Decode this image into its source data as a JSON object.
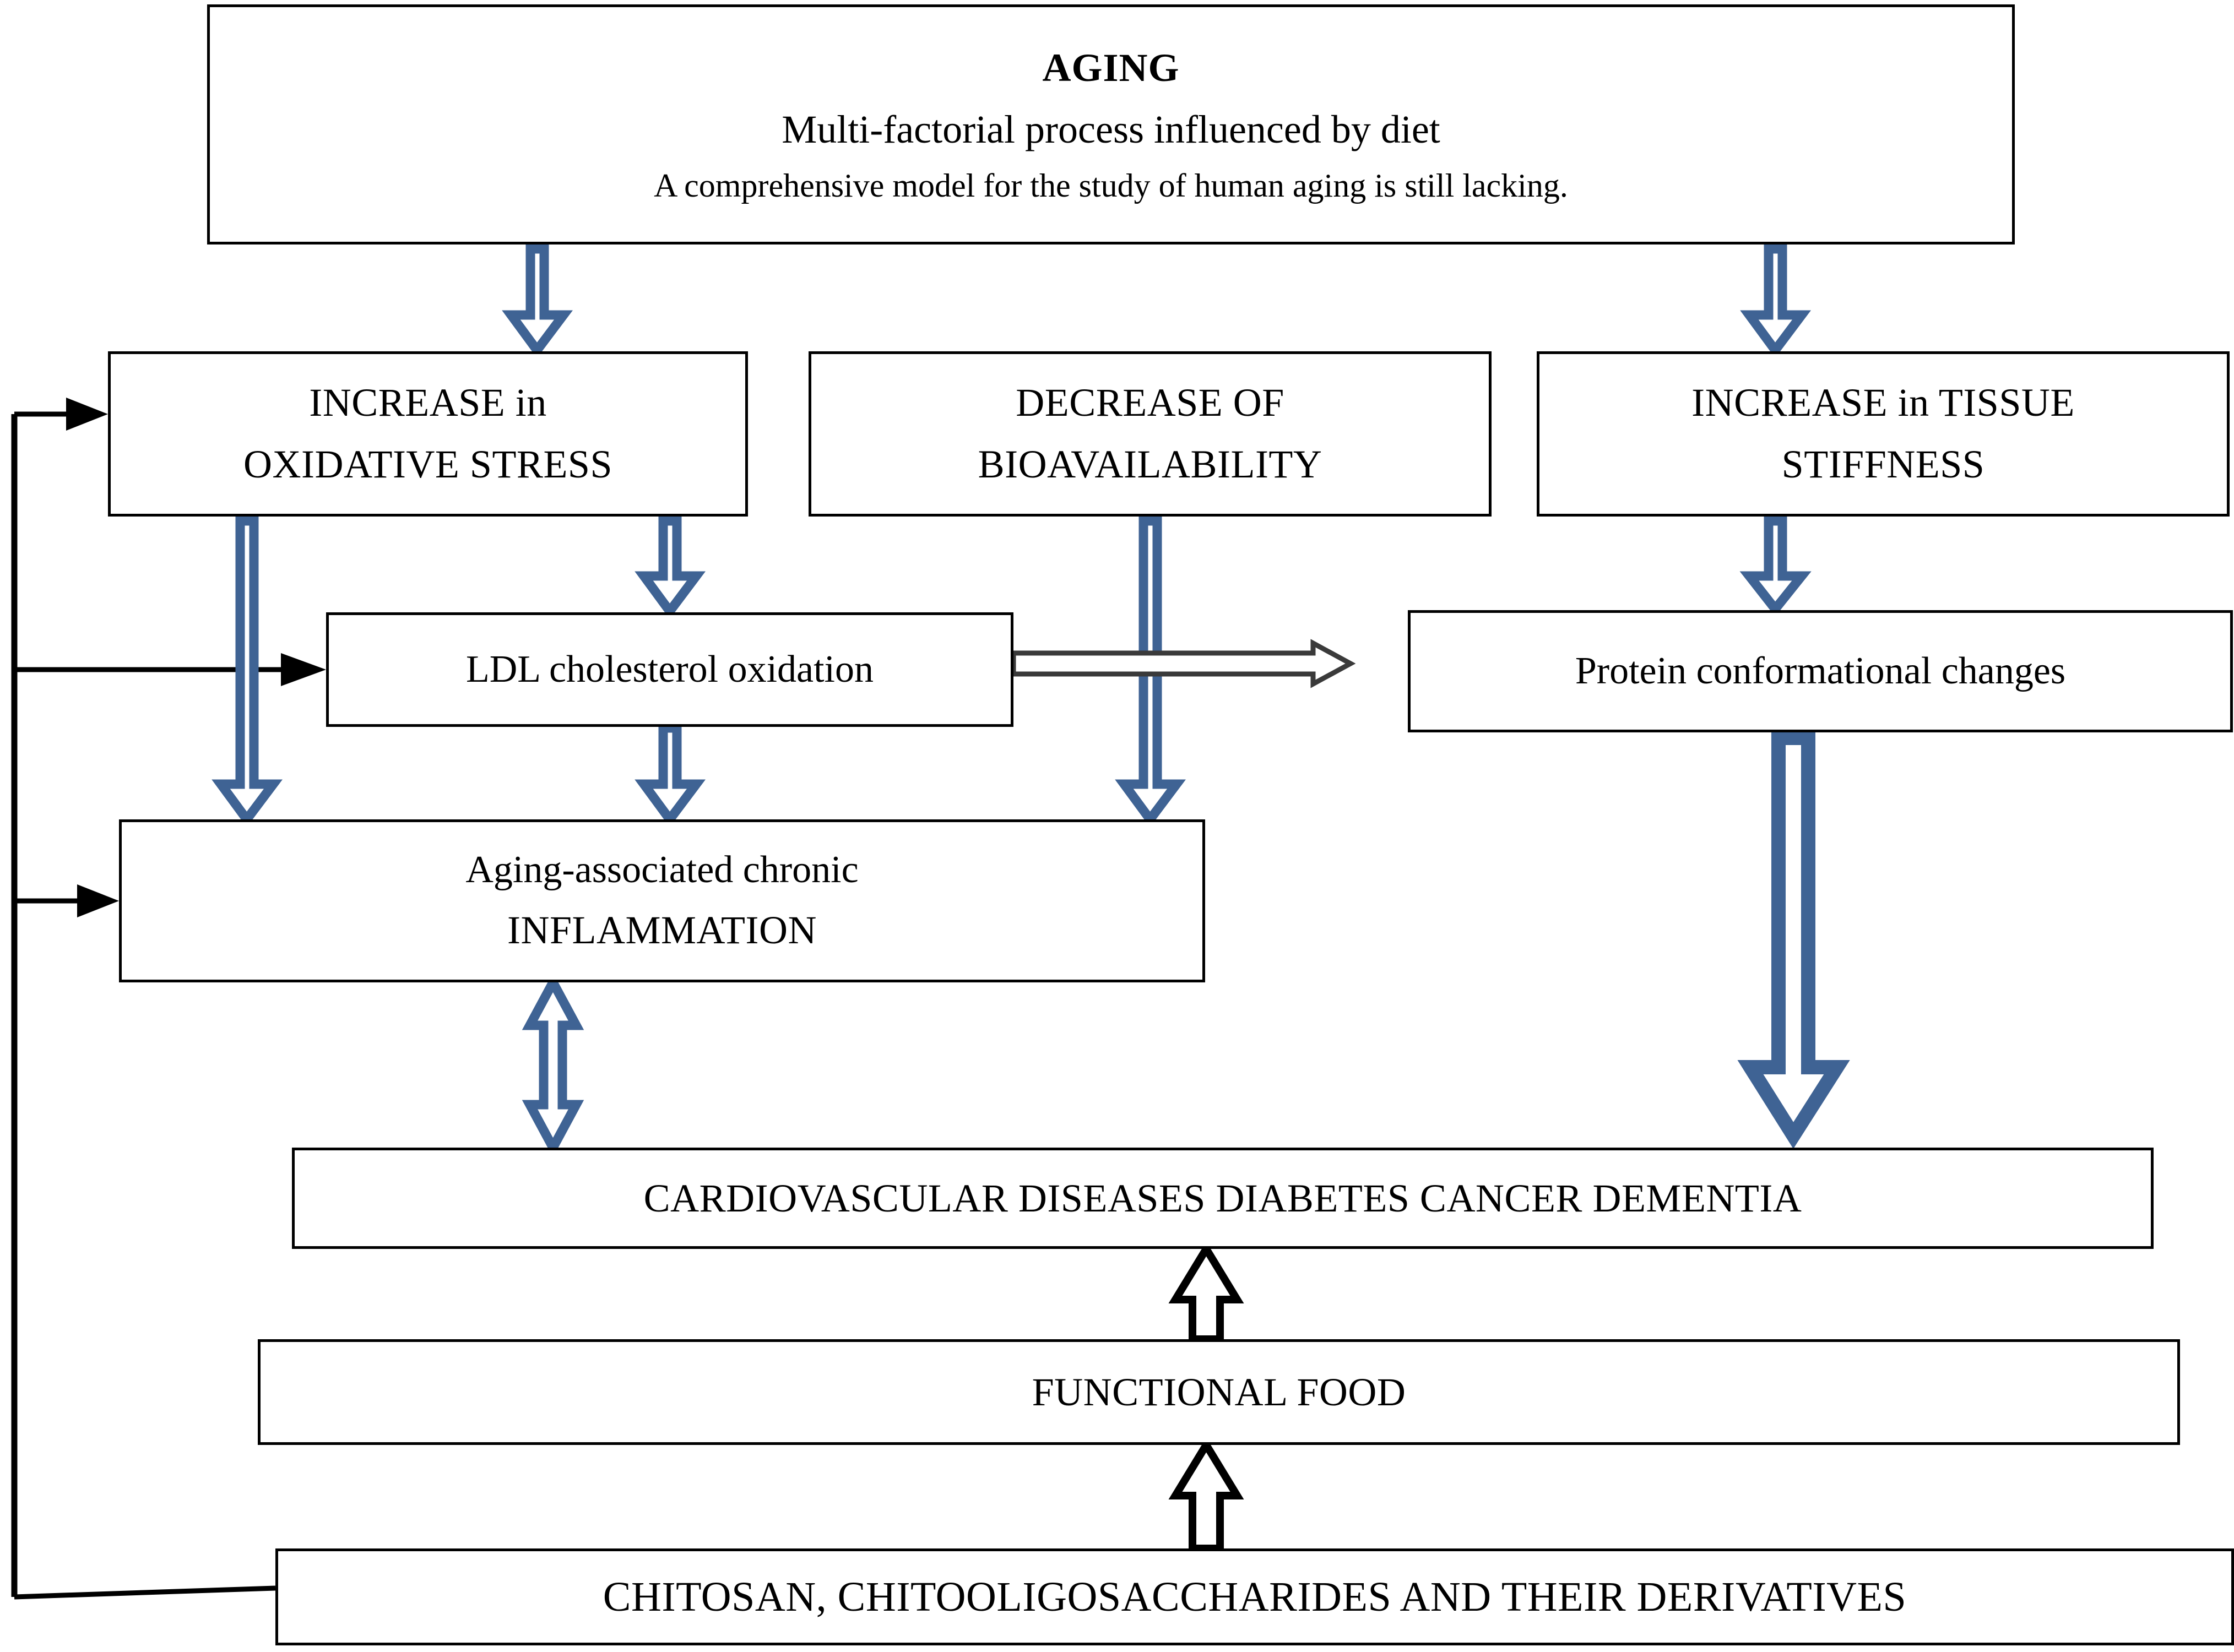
{
  "diagram": {
    "title_node": {
      "heading": "AGING",
      "subheading": "Multi-factorial process influenced by diet",
      "note": "A comprehensive model for the study of human aging is still lacking."
    },
    "nodes": [
      {
        "id": "oxidative-stress",
        "line1": "INCREASE in",
        "line2": "OXIDATIVE STRESS"
      },
      {
        "id": "bioavailability",
        "line1": "DECREASE OF",
        "line2": "BIOAVAILABILITY"
      },
      {
        "id": "tissue-stiffness",
        "line1": "INCREASE in TISSUE",
        "line2": "STIFFNESS"
      },
      {
        "id": "ldl-oxidation",
        "line1": "LDL cholesterol oxidation",
        "line2": ""
      },
      {
        "id": "protein-changes",
        "line1": "Protein conformational changes",
        "line2": ""
      },
      {
        "id": "inflammation",
        "line1": "Aging-associated chronic",
        "line2": "INFLAMMATION"
      },
      {
        "id": "diseases",
        "line1": "CARDIOVASCULAR DISEASES   DIABETES   CANCER   DEMENTIA",
        "line2": ""
      },
      {
        "id": "functional-food",
        "line1": "FUNCTIONAL FOOD",
        "line2": ""
      },
      {
        "id": "chitosan",
        "line1": "CHITOSAN, CHITOOLIGOSACCHARIDES AND THEIR DERIVATIVES",
        "line2": ""
      }
    ],
    "colors": {
      "blue_arrow": "#3F6394",
      "blue_arrow_light": "#C3D0E2",
      "outline_black": "#000000",
      "background": "#FFFFFF"
    },
    "connectors": [
      {
        "from": "aging",
        "to": "oxidative-stress",
        "style": "blue-block-arrow",
        "direction": "down"
      },
      {
        "from": "aging",
        "to": "tissue-stiffness",
        "style": "blue-block-arrow",
        "direction": "down"
      },
      {
        "from": "oxidative-stress",
        "to": "ldl-oxidation",
        "style": "blue-block-arrow",
        "direction": "down"
      },
      {
        "from": "oxidative-stress",
        "to": "inflammation",
        "style": "blue-block-arrow",
        "direction": "down"
      },
      {
        "from": "bioavailability",
        "to": "inflammation",
        "style": "blue-block-arrow",
        "direction": "down"
      },
      {
        "from": "ldl-oxidation",
        "to": "inflammation",
        "style": "blue-block-arrow",
        "direction": "down"
      },
      {
        "from": "ldl-oxidation",
        "to": "protein-changes",
        "style": "white-outline-arrow",
        "direction": "right"
      },
      {
        "from": "tissue-stiffness",
        "to": "protein-changes",
        "style": "blue-block-arrow",
        "direction": "down"
      },
      {
        "from": "protein-changes",
        "to": "diseases",
        "style": "blue-block-arrow-wide",
        "direction": "down"
      },
      {
        "from": "inflammation",
        "to": "diseases",
        "style": "blue-block-arrow-double",
        "direction": "both"
      },
      {
        "from": "functional-food",
        "to": "diseases",
        "style": "white-block-arrow",
        "direction": "up"
      },
      {
        "from": "chitosan",
        "to": "functional-food",
        "style": "white-block-arrow",
        "direction": "up"
      },
      {
        "from": "chitosan",
        "to": "oxidative-stress",
        "style": "thin-line-arrow",
        "direction": "feedback-left"
      },
      {
        "from": "chitosan",
        "to": "ldl-oxidation",
        "style": "thin-line-arrow",
        "direction": "feedback-left"
      },
      {
        "from": "chitosan",
        "to": "inflammation",
        "style": "thin-line-arrow",
        "direction": "feedback-left"
      }
    ]
  }
}
